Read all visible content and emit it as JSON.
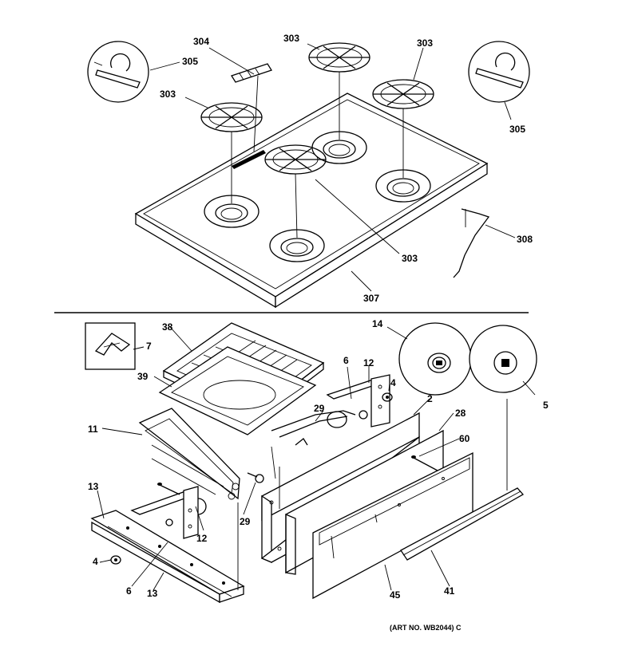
{
  "labels": {
    "l304": "304",
    "l303a": "303",
    "l303b": "303",
    "l303c": "303",
    "l303d": "303",
    "l305a": "305",
    "l305b": "305",
    "l308": "308",
    "l307": "307",
    "l38": "38",
    "l7": "7",
    "l14": "14",
    "l39": "39",
    "l11": "11",
    "l6a": "6",
    "l12a": "12",
    "l4a": "4",
    "l2": "2",
    "l29a": "29",
    "l28": "28",
    "l60": "60",
    "l5": "5",
    "l13a": "13",
    "l12b": "12",
    "l29b": "29",
    "l4b": "4",
    "l6b": "6",
    "l13b": "13",
    "l45": "45",
    "l41": "41"
  },
  "art_number": "(ART NO. WB2044) C"
}
